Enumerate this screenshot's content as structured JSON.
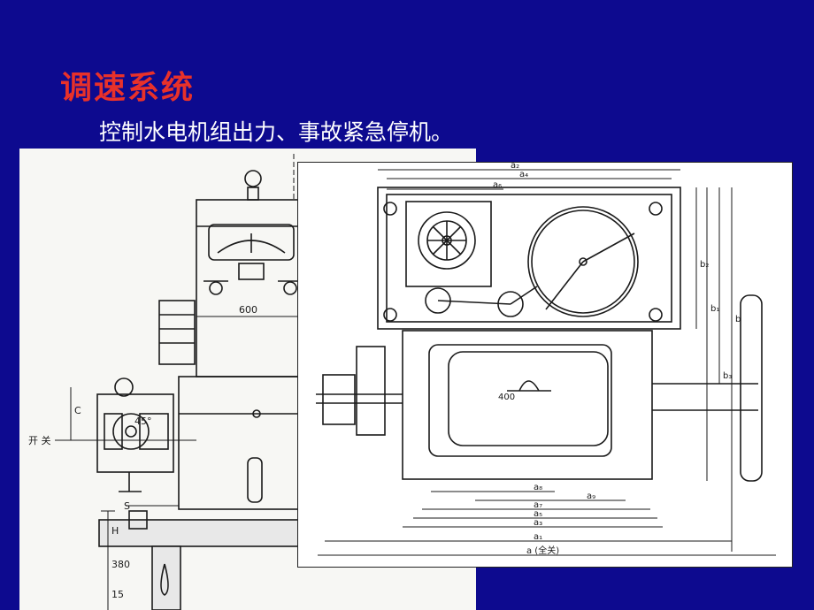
{
  "slide": {
    "title": "调速系统",
    "subtitle": "控制水电机组出力、事故紧急停机。"
  },
  "left_drawing": {
    "labels": {
      "open_close": "开 关",
      "dim_c": "C",
      "dim_s": "S",
      "dim_h": "H",
      "dim_380": "380",
      "dim_15": "15",
      "dim_600": "600",
      "angle": "45°"
    }
  },
  "right_drawing": {
    "labels": {
      "a2": "a₂",
      "a4": "a₄",
      "a6": "a₆",
      "a8": "a₈",
      "a9": "a₉",
      "a7": "a₇",
      "a5": "a₅",
      "a3": "a₃",
      "a1": "a₁",
      "a_full": "a (全关)",
      "b1": "b₁",
      "b2": "b₂",
      "b3": "b₃",
      "b": "b",
      "dim_400": "400"
    }
  },
  "colors": {
    "background": "#0d0a8f",
    "title": "#e8312a",
    "subtitle": "#ffffff",
    "line": "#1a1a1a"
  }
}
